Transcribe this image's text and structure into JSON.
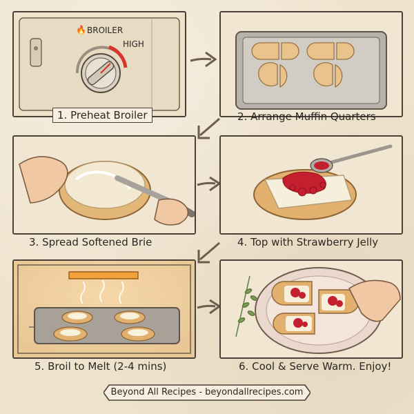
{
  "steps": [
    {
      "number": "1.",
      "label": "Preheat Broiler"
    },
    {
      "number": "2.",
      "label": "Arrange Muffin Quarters"
    },
    {
      "number": "3.",
      "label": "Spread Softened Brie"
    },
    {
      "number": "4.",
      "label": "Top with Strawberry Jelly"
    },
    {
      "number": "5.",
      "label": "Broil to Melt (2-4 mins)"
    },
    {
      "number": "6.",
      "label": "Cool & Serve Warm. Enjoy!"
    }
  ],
  "oven_dial": {
    "label": "BROILER",
    "setting": "HIGH"
  },
  "footer": {
    "text": "Beyond All Recipes - beyondallrecipes.com"
  },
  "colors": {
    "paper": "#efe4cf",
    "ink": "#4a4036",
    "jelly": "#c41f2f",
    "muffin": "#e8c48c",
    "brie": "#f6efdc",
    "dial_red": "#d8352a"
  },
  "icons": [
    "flame-icon",
    "arrow-right-icon",
    "arrow-down-left-icon",
    "thyme-sprig-icon"
  ]
}
